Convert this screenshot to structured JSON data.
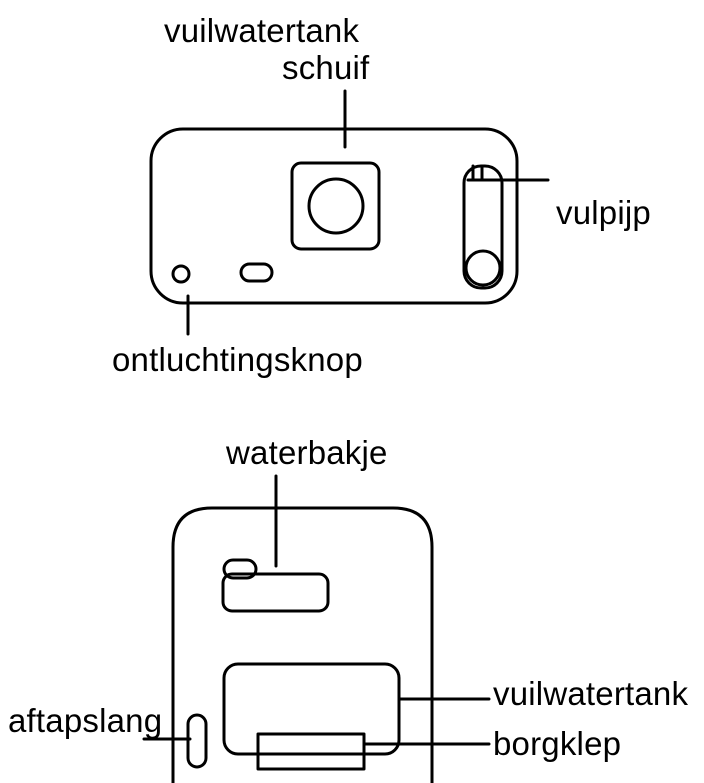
{
  "labels": {
    "top_tank_line1": "vuilwatertank",
    "top_tank_line2": "schuif",
    "fill_pipe": "vulpijp",
    "vent_button": "ontluchtingsknop",
    "water_tray": "waterbakje",
    "waste_tank": "vuilwatertank",
    "drain_hose": "aftapslang",
    "lock_valve": "borgklep"
  },
  "colors": {
    "stroke": "#000000",
    "background": "#ffffff"
  }
}
